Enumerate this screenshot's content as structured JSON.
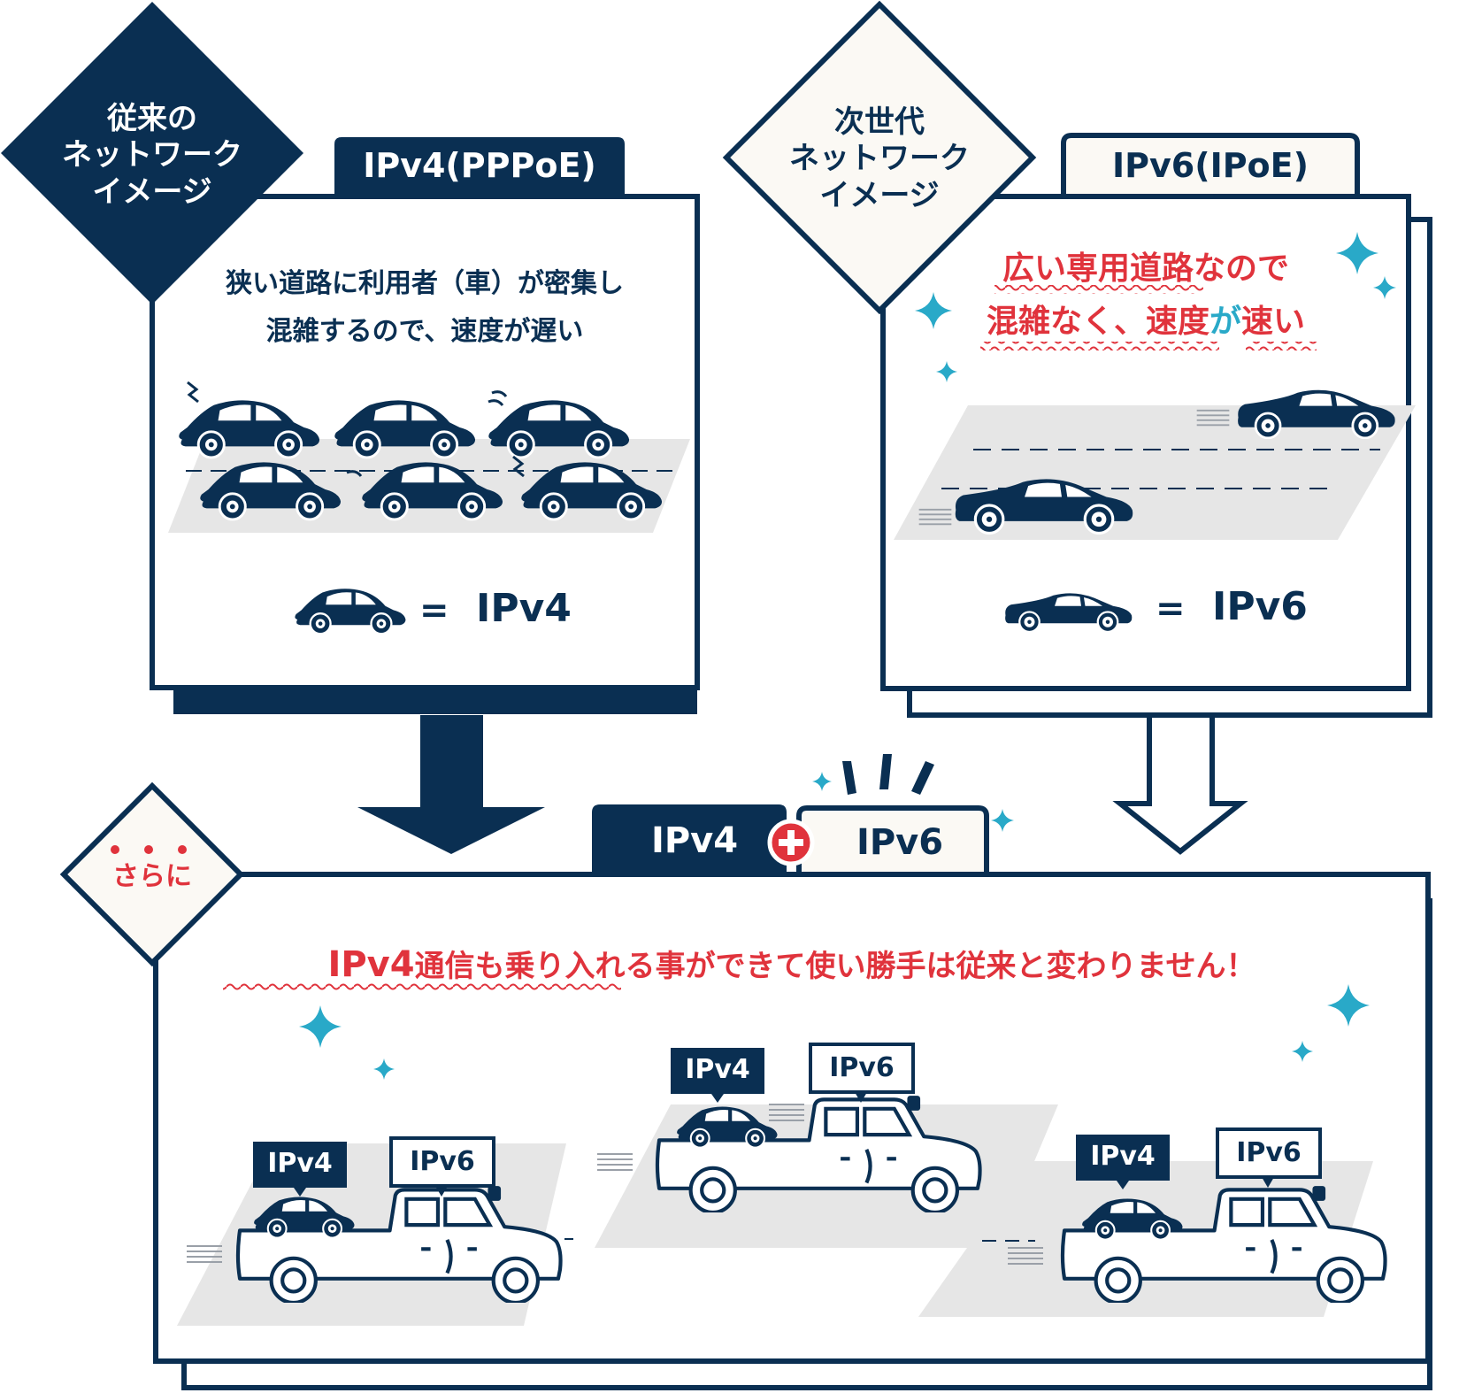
{
  "colors": {
    "navy": "#0a2f52",
    "cream": "#fbf9f4",
    "road": "#e6e6e6",
    "red": "#e0333c",
    "cyan": "#29a9c8",
    "white": "#ffffff"
  },
  "left": {
    "diamond": [
      "従来の",
      "ネットワーク",
      "イメージ"
    ],
    "tab": "IPv4(PPPoE)",
    "description": [
      "狭い道路に利用者（車）が密集し",
      "混雑するので、速度が遅い"
    ],
    "legend_equals": "=",
    "legend_label": "IPv4"
  },
  "right": {
    "diamond": [
      "次世代",
      "ネットワーク",
      "イメージ"
    ],
    "tab": "IPv6(IPoE)",
    "headline_line1": [
      {
        "text": "広い専用道路",
        "color": "red",
        "wavy": true
      },
      {
        "text": "なので",
        "color": "red",
        "wavy": false
      }
    ],
    "headline_line2": [
      {
        "text": "混雑なく、速度",
        "color": "red",
        "wavy": true
      },
      {
        "text": "が",
        "color": "cyan",
        "wavy": false
      },
      {
        "text": "速い",
        "color": "red",
        "wavy": true
      }
    ],
    "legend_equals": "=",
    "legend_label": "IPv6"
  },
  "bottom": {
    "diamond": "さらに",
    "tab_left": "IPv4",
    "tab_right": "IPv6",
    "headline": [
      {
        "text": "IPv4",
        "color": "red",
        "wavy": true
      },
      {
        "text": "通信も乗り入れる",
        "color": "red",
        "wavy": true
      },
      {
        "text": "事ができて使い勝手は従来と変わりません！",
        "color": "red",
        "wavy": false
      }
    ],
    "tag_ipv4": "IPv4",
    "tag_ipv6": "IPv6"
  },
  "icons": [
    "beetle-car-icon",
    "sports-car-icon",
    "pickup-truck-icon",
    "sparkle-icon",
    "down-arrow-icon",
    "plus-icon"
  ]
}
